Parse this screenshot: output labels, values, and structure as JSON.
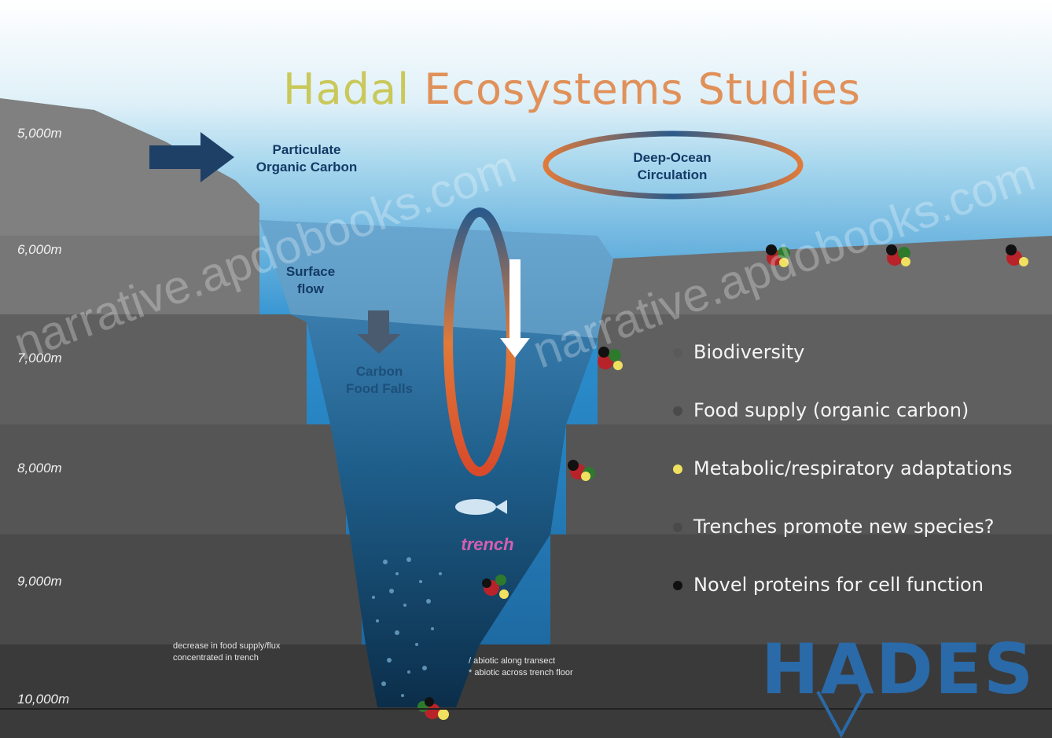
{
  "title": "Hadal Ecosystems Studies",
  "title_first": "Hadal",
  "title_rest": "Ecosystems Studies",
  "depths": [
    "5,000m",
    "6,000m",
    "7,000m",
    "8,000m",
    "9,000m",
    "10,000m"
  ],
  "labels": {
    "particulate": [
      "Particulate",
      "Organic Carbon"
    ],
    "deep_ocean": [
      "Deep-Ocean",
      "Circulation"
    ],
    "surface": [
      "Surface",
      "flow"
    ],
    "carbon_food": [
      "Carbon",
      "Food Falls"
    ],
    "trench": "trench"
  },
  "bullets": [
    {
      "text": "Biodiversity",
      "color": "#5a5a5a"
    },
    {
      "text": "Food supply (organic carbon)",
      "color": "#4a4a4a"
    },
    {
      "text": "Metabolic/respiratory adaptations",
      "color": "#f0e060"
    },
    {
      "text": "Trenches promote new species?",
      "color": "#4a4a4a"
    },
    {
      "text": "Novel proteins for cell function",
      "color": "#101010"
    }
  ],
  "notes": {
    "left": [
      "decrease in food supply/flux",
      "concentrated in trench"
    ],
    "right": [
      "/ abiotic along transect",
      "* abiotic across trench floor"
    ]
  },
  "watermarks": [
    "narrative.apdobooks.com",
    "narrative.apdobooks.com"
  ],
  "logo": "HADES",
  "colors": {
    "sky_top": "#ffffff",
    "ocean_top": "#a9d8ee",
    "ocean_mid": "#2c8fcf",
    "rock": "#5f5f5f",
    "trench_top": "#3f7fb0",
    "trench_bottom": "#0b3554",
    "ring_orange": "#e07a3a",
    "ring_blue": "#2b5a8a"
  }
}
